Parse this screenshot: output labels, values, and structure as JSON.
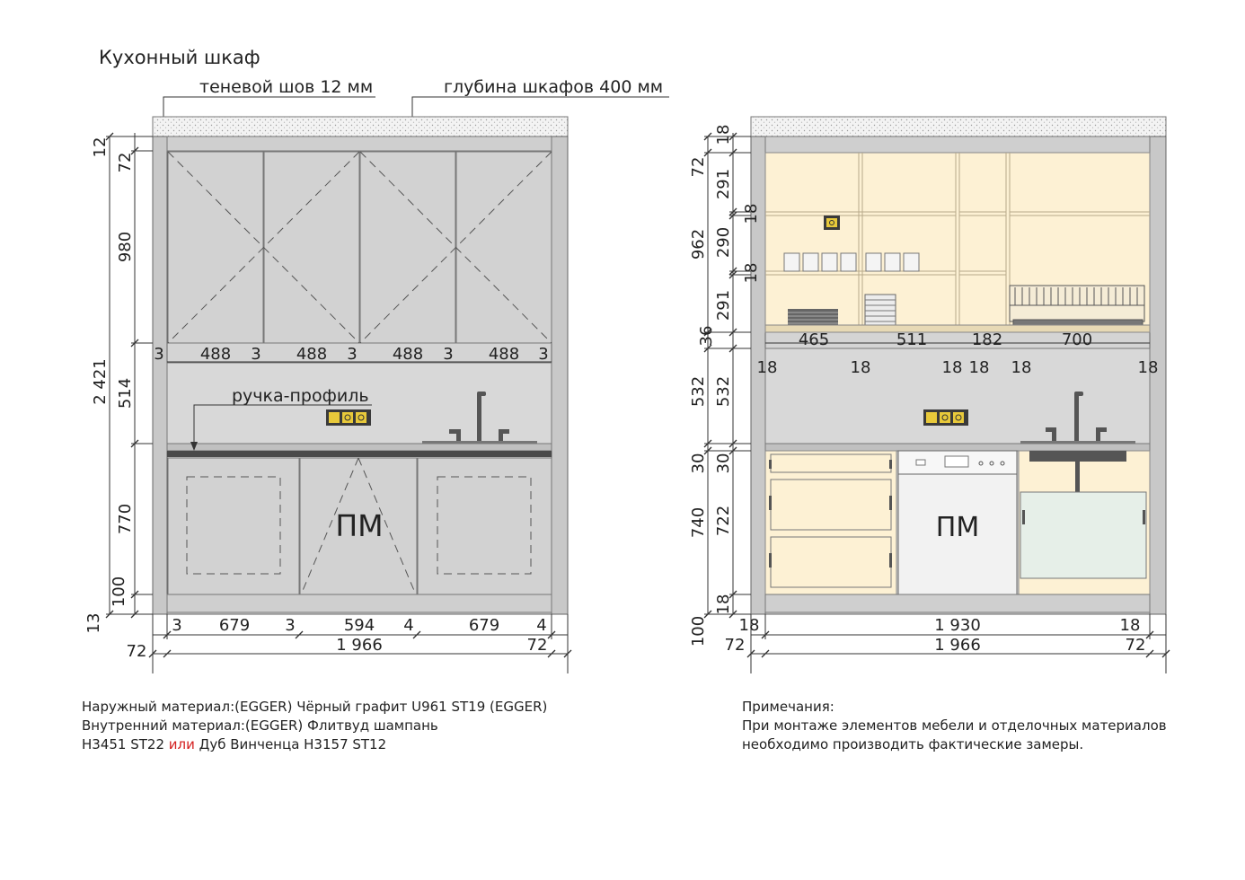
{
  "title": "Кухонный шкаф",
  "callouts": {
    "shadow_gap": "теневой шов 12 мм",
    "cabinet_depth": "глубина шкафов 400 мм",
    "handle_profile": "ручка-профиль"
  },
  "appliance_label": "ПМ",
  "left_elevation": {
    "left_dims": [
      "12",
      "72",
      "980",
      "2 421",
      "514",
      "770",
      "100",
      "13"
    ],
    "upper_widths": [
      "3",
      "488",
      "3",
      "488",
      "3",
      "488",
      "3",
      "488",
      "3"
    ],
    "bottom_widths": [
      "3",
      "679",
      "3",
      "594",
      "4",
      "679",
      "4"
    ],
    "total_width": "1 966",
    "side_left": "72",
    "side_right": "72"
  },
  "right_elevation": {
    "left_outer_dims": [
      "72",
      "962",
      "36",
      "532",
      "30",
      "740",
      "100"
    ],
    "left_inner_dims": [
      "18",
      "291",
      "18",
      "290",
      "18",
      "291",
      "532",
      "30",
      "722",
      "18"
    ],
    "shelf_widths": [
      "465",
      "511",
      "182",
      "700"
    ],
    "panel_widths": [
      "18",
      "18",
      "18",
      "18",
      "18",
      "18"
    ],
    "inner_width": "1 930",
    "total_width": "1 966",
    "side_left_18": "18",
    "side_right_18": "18",
    "side_left_72": "72",
    "side_right_72": "72"
  },
  "materials": {
    "line1": "Наружный материал:(EGGER) Чёрный графит U961 ST19 (EGGER)",
    "line2": "Внутренний материал:(EGGER) Флитвуд шампань",
    "line3_a": "H3451 ST22 ",
    "line3_or": "или",
    "line3_b": " Дуб Винченца H3157 ST12"
  },
  "notes": {
    "heading": "Примечания:",
    "line1": "При монтаже элементов мебели и отделочных материалов",
    "line2": "необходимо производить фактические замеры."
  },
  "colors": {
    "frame": "#d4d4d4",
    "interior": "#fdf1d4",
    "socket": "#e8c93a",
    "dark": "#4a4a4a",
    "ceiling": "#ececec"
  }
}
